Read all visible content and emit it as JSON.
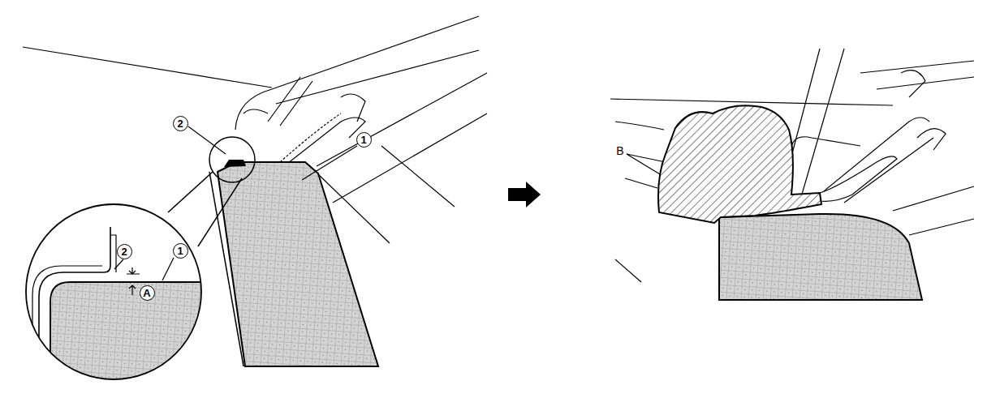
{
  "diagram": {
    "labels": [
      "2",
      "1",
      "2",
      "A",
      "1",
      "B"
    ]
  }
}
